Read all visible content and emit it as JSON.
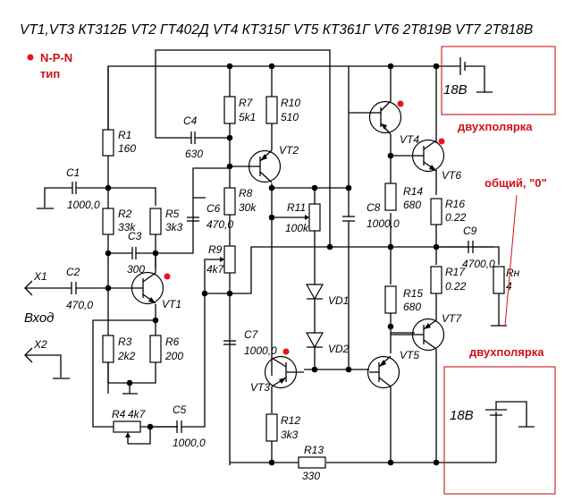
{
  "title": "VT1,VT3 КТ312Б VT2 ГТ402Д VT4 КТ315Г  VT5 КТ361Г  VT6 2Т819В VT7 2Т818В",
  "legend": {
    "marker": "N-P-N",
    "sub": "тип",
    "color": "#e8131b"
  },
  "annotations": {
    "bipolar_top": "двухполярка",
    "bipolar_bottom": "двухполярка",
    "common": "общий, \"0\""
  },
  "supply": {
    "top_voltage": "18В",
    "bottom_voltage": "18В"
  },
  "io": {
    "x1": "X1",
    "x2": "X2",
    "input": "Вход"
  },
  "resistors": {
    "R1": {
      "name": "R1",
      "value": "160"
    },
    "R2": {
      "name": "R2",
      "value": "33k"
    },
    "R3": {
      "name": "R3",
      "value": "2k2"
    },
    "R4": {
      "name": "R4",
      "value": "4k7"
    },
    "R5": {
      "name": "R5",
      "value": "3k3"
    },
    "R6": {
      "name": "R6",
      "value": "200"
    },
    "R7": {
      "name": "R7",
      "value": "5k1"
    },
    "R8": {
      "name": "R8",
      "value": "30k"
    },
    "R9": {
      "name": "R9",
      "value": "4k7"
    },
    "R10": {
      "name": "R10",
      "value": "510"
    },
    "R11": {
      "name": "R11",
      "value": "100k"
    },
    "R12": {
      "name": "R12",
      "value": "3k3"
    },
    "R13": {
      "name": "R13",
      "value": "330"
    },
    "R14": {
      "name": "R14",
      "value": "680"
    },
    "R15": {
      "name": "R15",
      "value": "680"
    },
    "R16": {
      "name": "R16",
      "value": "0.22"
    },
    "R17": {
      "name": "R17",
      "value": "0.22"
    },
    "Rn": {
      "name": "Rн",
      "value": "4"
    }
  },
  "capacitors": {
    "C1": {
      "name": "C1",
      "value": "1000,0"
    },
    "C2": {
      "name": "C2",
      "value": "470,0"
    },
    "C3": {
      "name": "C3",
      "value": "300"
    },
    "C4": {
      "name": "C4",
      "value": "630"
    },
    "C5": {
      "name": "C5",
      "value": "1000,0"
    },
    "C6": {
      "name": "C6",
      "value": "470,0"
    },
    "C7": {
      "name": "C7",
      "value": "1000,0"
    },
    "C8": {
      "name": "C8",
      "value": "1000,0"
    },
    "C9": {
      "name": "C9",
      "value": "4700,0"
    }
  },
  "transistors": {
    "VT1": "VT1",
    "VT2": "VT2",
    "VT3": "VT3",
    "VT4": "VT4",
    "VT5": "VT5",
    "VT6": "VT6",
    "VT7": "VT7"
  },
  "diodes": {
    "VD1": "VD1",
    "VD2": "VD2"
  }
}
